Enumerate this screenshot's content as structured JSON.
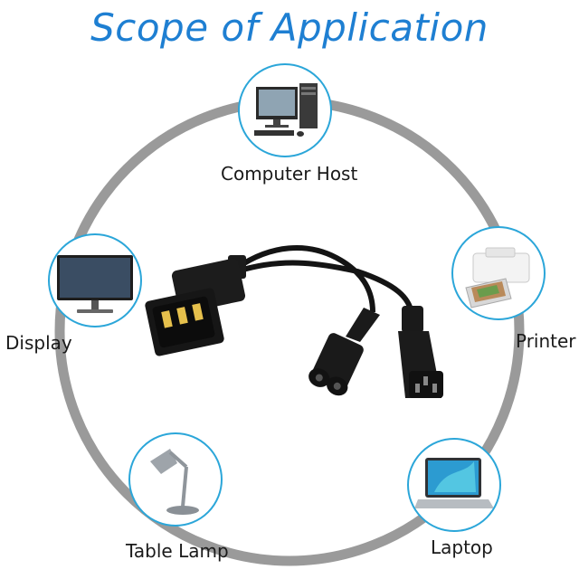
{
  "title": "Scope of Application",
  "devices": {
    "computer_host": "Computer Host",
    "display": "Display",
    "printer": "Printer",
    "table_lamp": "Table Lamp",
    "laptop": "Laptop"
  },
  "colors": {
    "title": "#1e7fd2",
    "ring": "#9a9a9a",
    "node_border": "#2ba6d9",
    "cable": "#141414"
  },
  "icons": [
    "desktop-computer-icon",
    "monitor-icon",
    "photo-printer-icon",
    "desk-lamp-icon",
    "laptop-icon",
    "power-splitter-cable-icon"
  ]
}
